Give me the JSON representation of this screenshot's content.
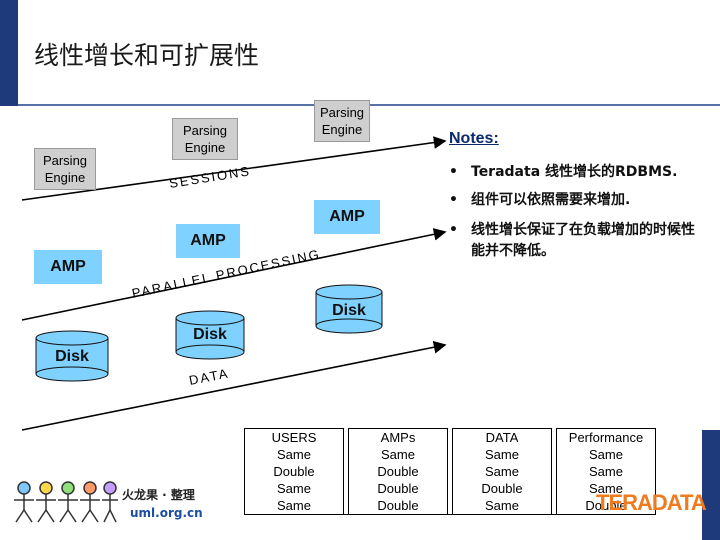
{
  "title": "线性增长和可扩展性",
  "diagram": {
    "parsing_engine_label": "Parsing\nEngine",
    "amp_label": "AMP",
    "disk_label": "Disk",
    "layers": {
      "sessions": "SESSIONS",
      "parallel_processing": "PARALLEL PROCESSING",
      "data": "DATA"
    },
    "colors": {
      "amp": "#7fd1ff",
      "pe": "#cfcfcf",
      "disk": "#7fd1ff"
    }
  },
  "notes": {
    "title": "Notes:",
    "items": [
      "Teradata 线性增长的RDBMS.",
      "组件可以依照需要来增加.",
      "线性增长保证了在负载增加的时候性能并不降低。"
    ]
  },
  "table": {
    "headers": [
      "USERS",
      "AMPs",
      "DATA",
      "Performance"
    ],
    "rows": [
      [
        "Same",
        "Same",
        "Same",
        "Same"
      ],
      [
        "Double",
        "Double",
        "Same",
        "Same"
      ],
      [
        "Same",
        "Double",
        "Double",
        "Same"
      ],
      [
        "Same",
        "Double",
        "Same",
        "Double"
      ]
    ]
  },
  "footer": {
    "logo_text": "火龙果 · 整理",
    "logo_url": "uml.org.cn",
    "brand": "TERADATA"
  }
}
